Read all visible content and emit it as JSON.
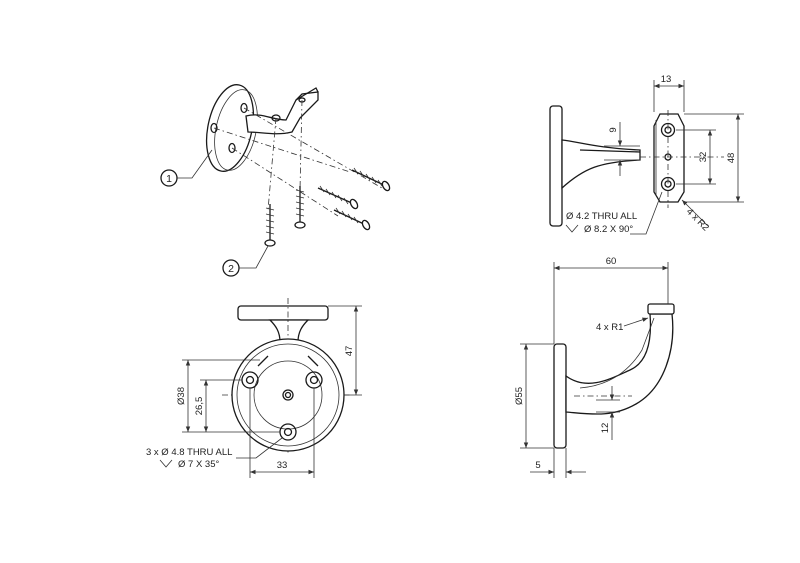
{
  "callouts": {
    "c1": "1",
    "c2": "2"
  },
  "side_view": {
    "dim_width": "13",
    "dim_9": "9",
    "dim_32": "32",
    "dim_48": "48",
    "radius_note": "4 x R2",
    "hole_note_line1": "Ø 4.2 THRU ALL",
    "hole_note_line2": "Ø 8.2 X 90°"
  },
  "front_view": {
    "dim_47": "47",
    "dim_38": "Ø38",
    "dim_26_5": "26,5",
    "dim_33": "33",
    "hole_note_line1": "3 x  Ø 4.8 THRU ALL",
    "hole_note_line2": "Ø 7 X 35°"
  },
  "profile_view": {
    "dim_60": "60",
    "radius_note": "4 x R1",
    "dim_55": "Ø55",
    "dim_12": "12",
    "dim_5": "5"
  }
}
